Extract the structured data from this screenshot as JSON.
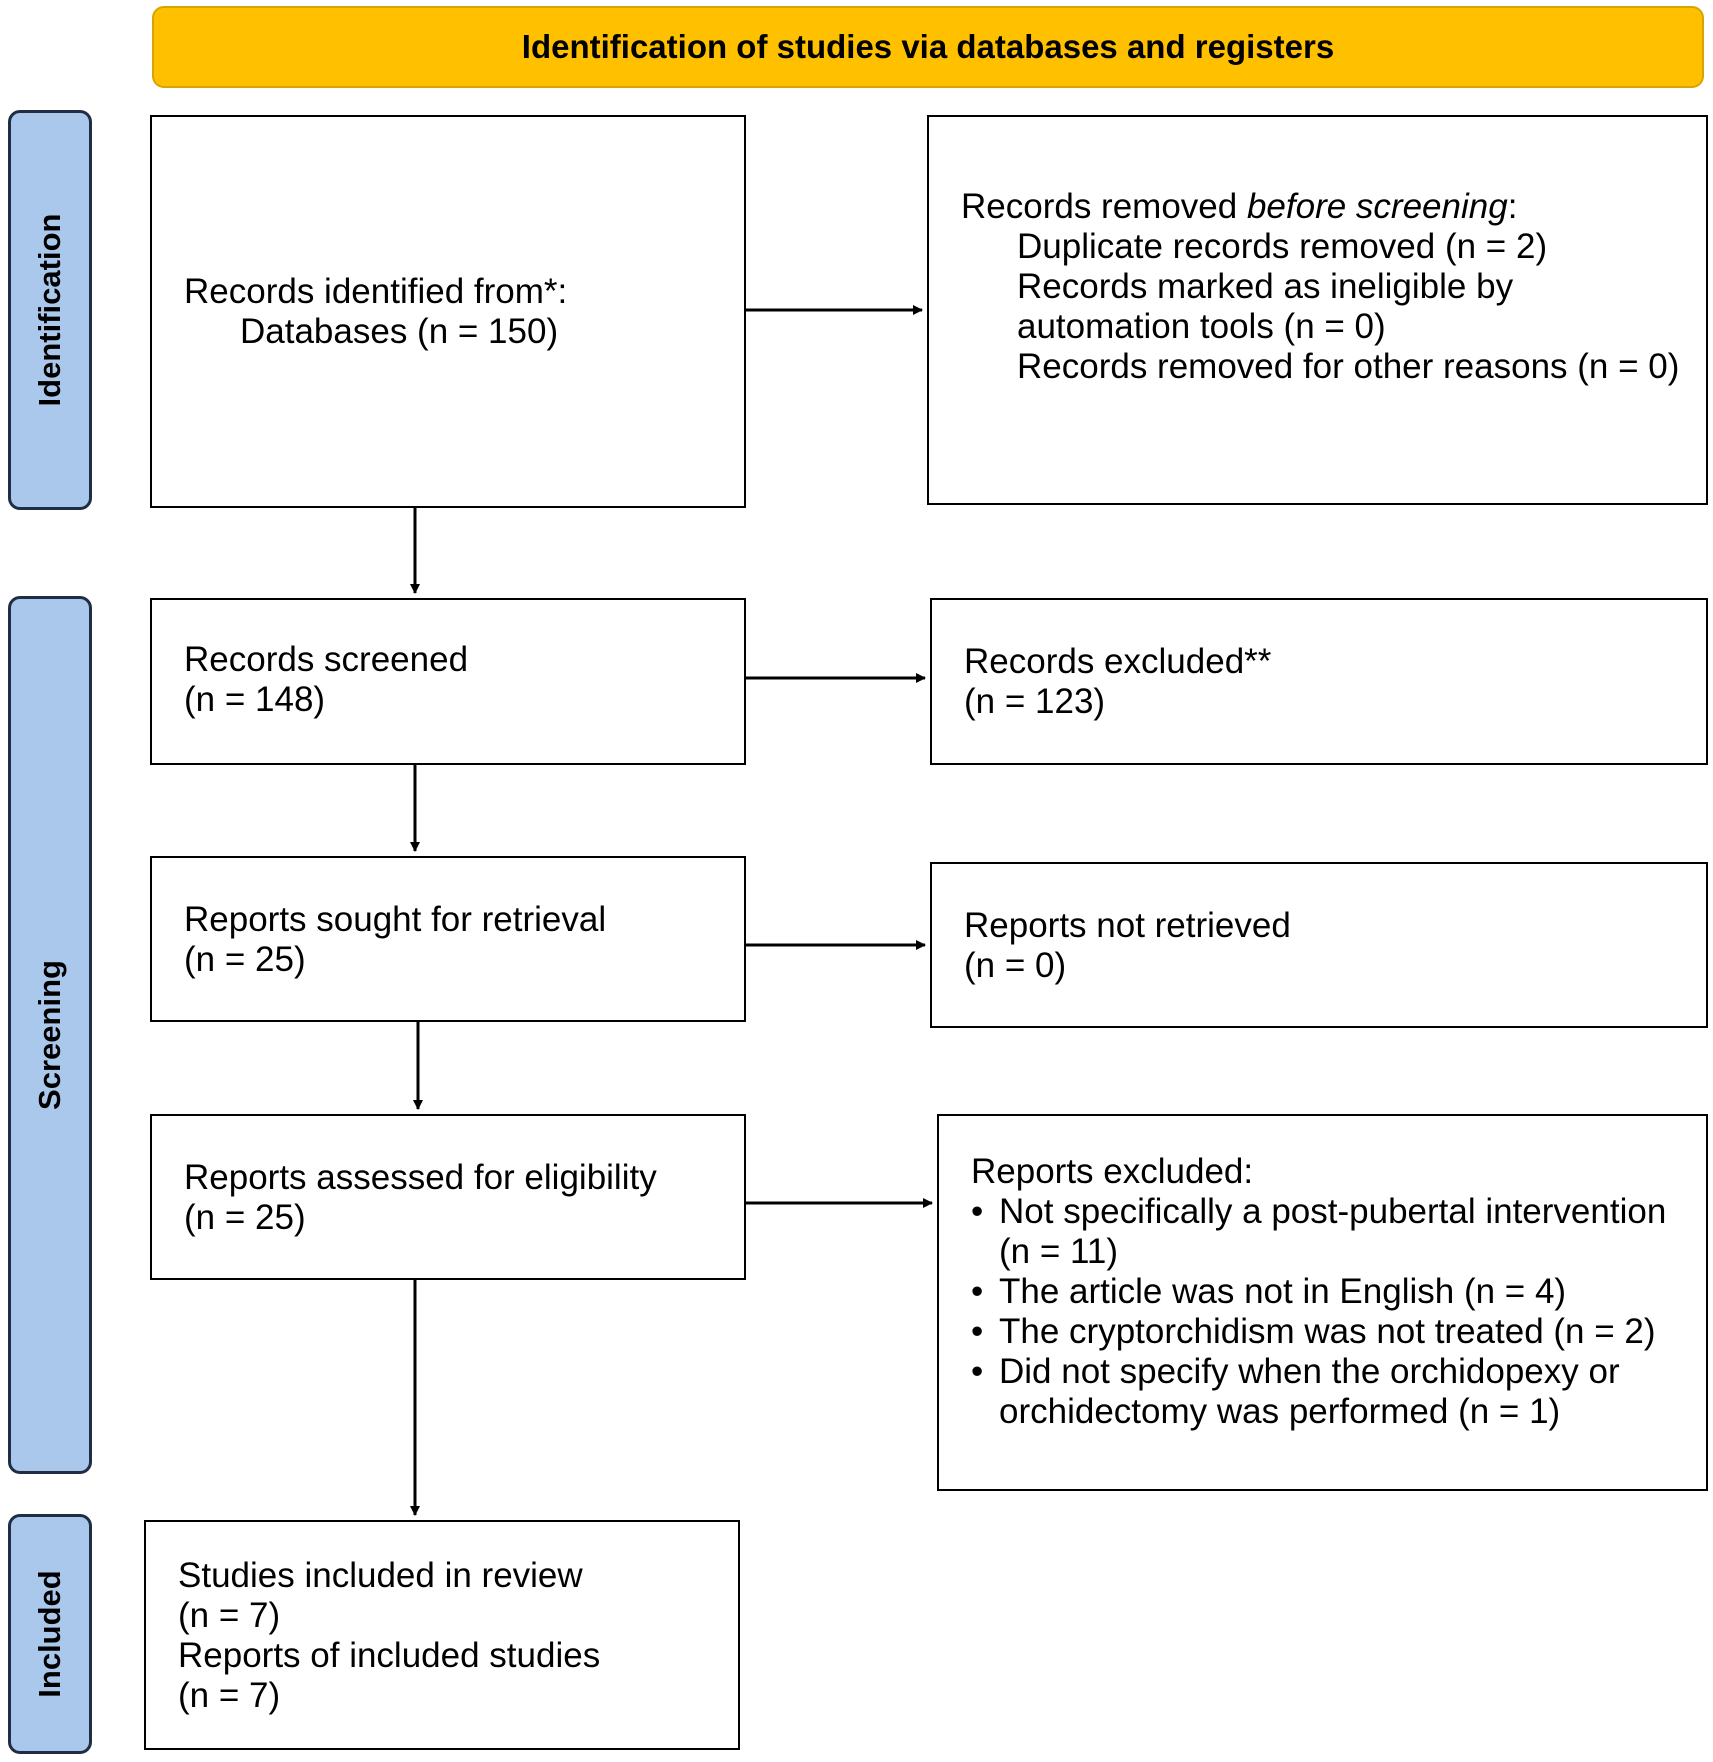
{
  "header": {
    "title": "Identification of studies via databases and registers"
  },
  "phases": {
    "identification": "Identification",
    "screening": "Screening",
    "included": "Included"
  },
  "identified": {
    "heading": "Records identified from*:",
    "databases": "Databases (n = 150)"
  },
  "removed": {
    "heading_prefix": "Records removed ",
    "heading_emph": "before screening",
    "heading_suffix": ":",
    "duplicates": "Duplicate records removed  (n = 2)",
    "ineligible": "Records marked as ineligible by automation tools (n = 0)",
    "other": "Records removed for other reasons (n = 0)"
  },
  "screened": {
    "label": "Records screened",
    "count": "(n = 148)"
  },
  "excluded": {
    "label": "Records excluded**",
    "count": "(n = 123)"
  },
  "sought": {
    "label": "Reports sought for retrieval",
    "count": "(n = 25)"
  },
  "not_retrieved": {
    "label": "Reports not retrieved",
    "count": "(n = 0)"
  },
  "assessed": {
    "label": "Reports assessed for eligibility",
    "count": "(n = 25)"
  },
  "reports_excluded": {
    "heading": "Reports excluded:",
    "reasons": [
      "Not specifically a post-pubertal intervention (n = 11)",
      "The article was not in English (n = 4)",
      "The cryptorchidism was not treated (n = 2)",
      "Did not specify when the orchidopexy or orchidectomy was performed (n = 1)"
    ]
  },
  "included": {
    "studies_label": "Studies included in review",
    "studies_count": "(n = 7)",
    "reports_label": "Reports of included studies",
    "reports_count": "(n = 7)"
  }
}
